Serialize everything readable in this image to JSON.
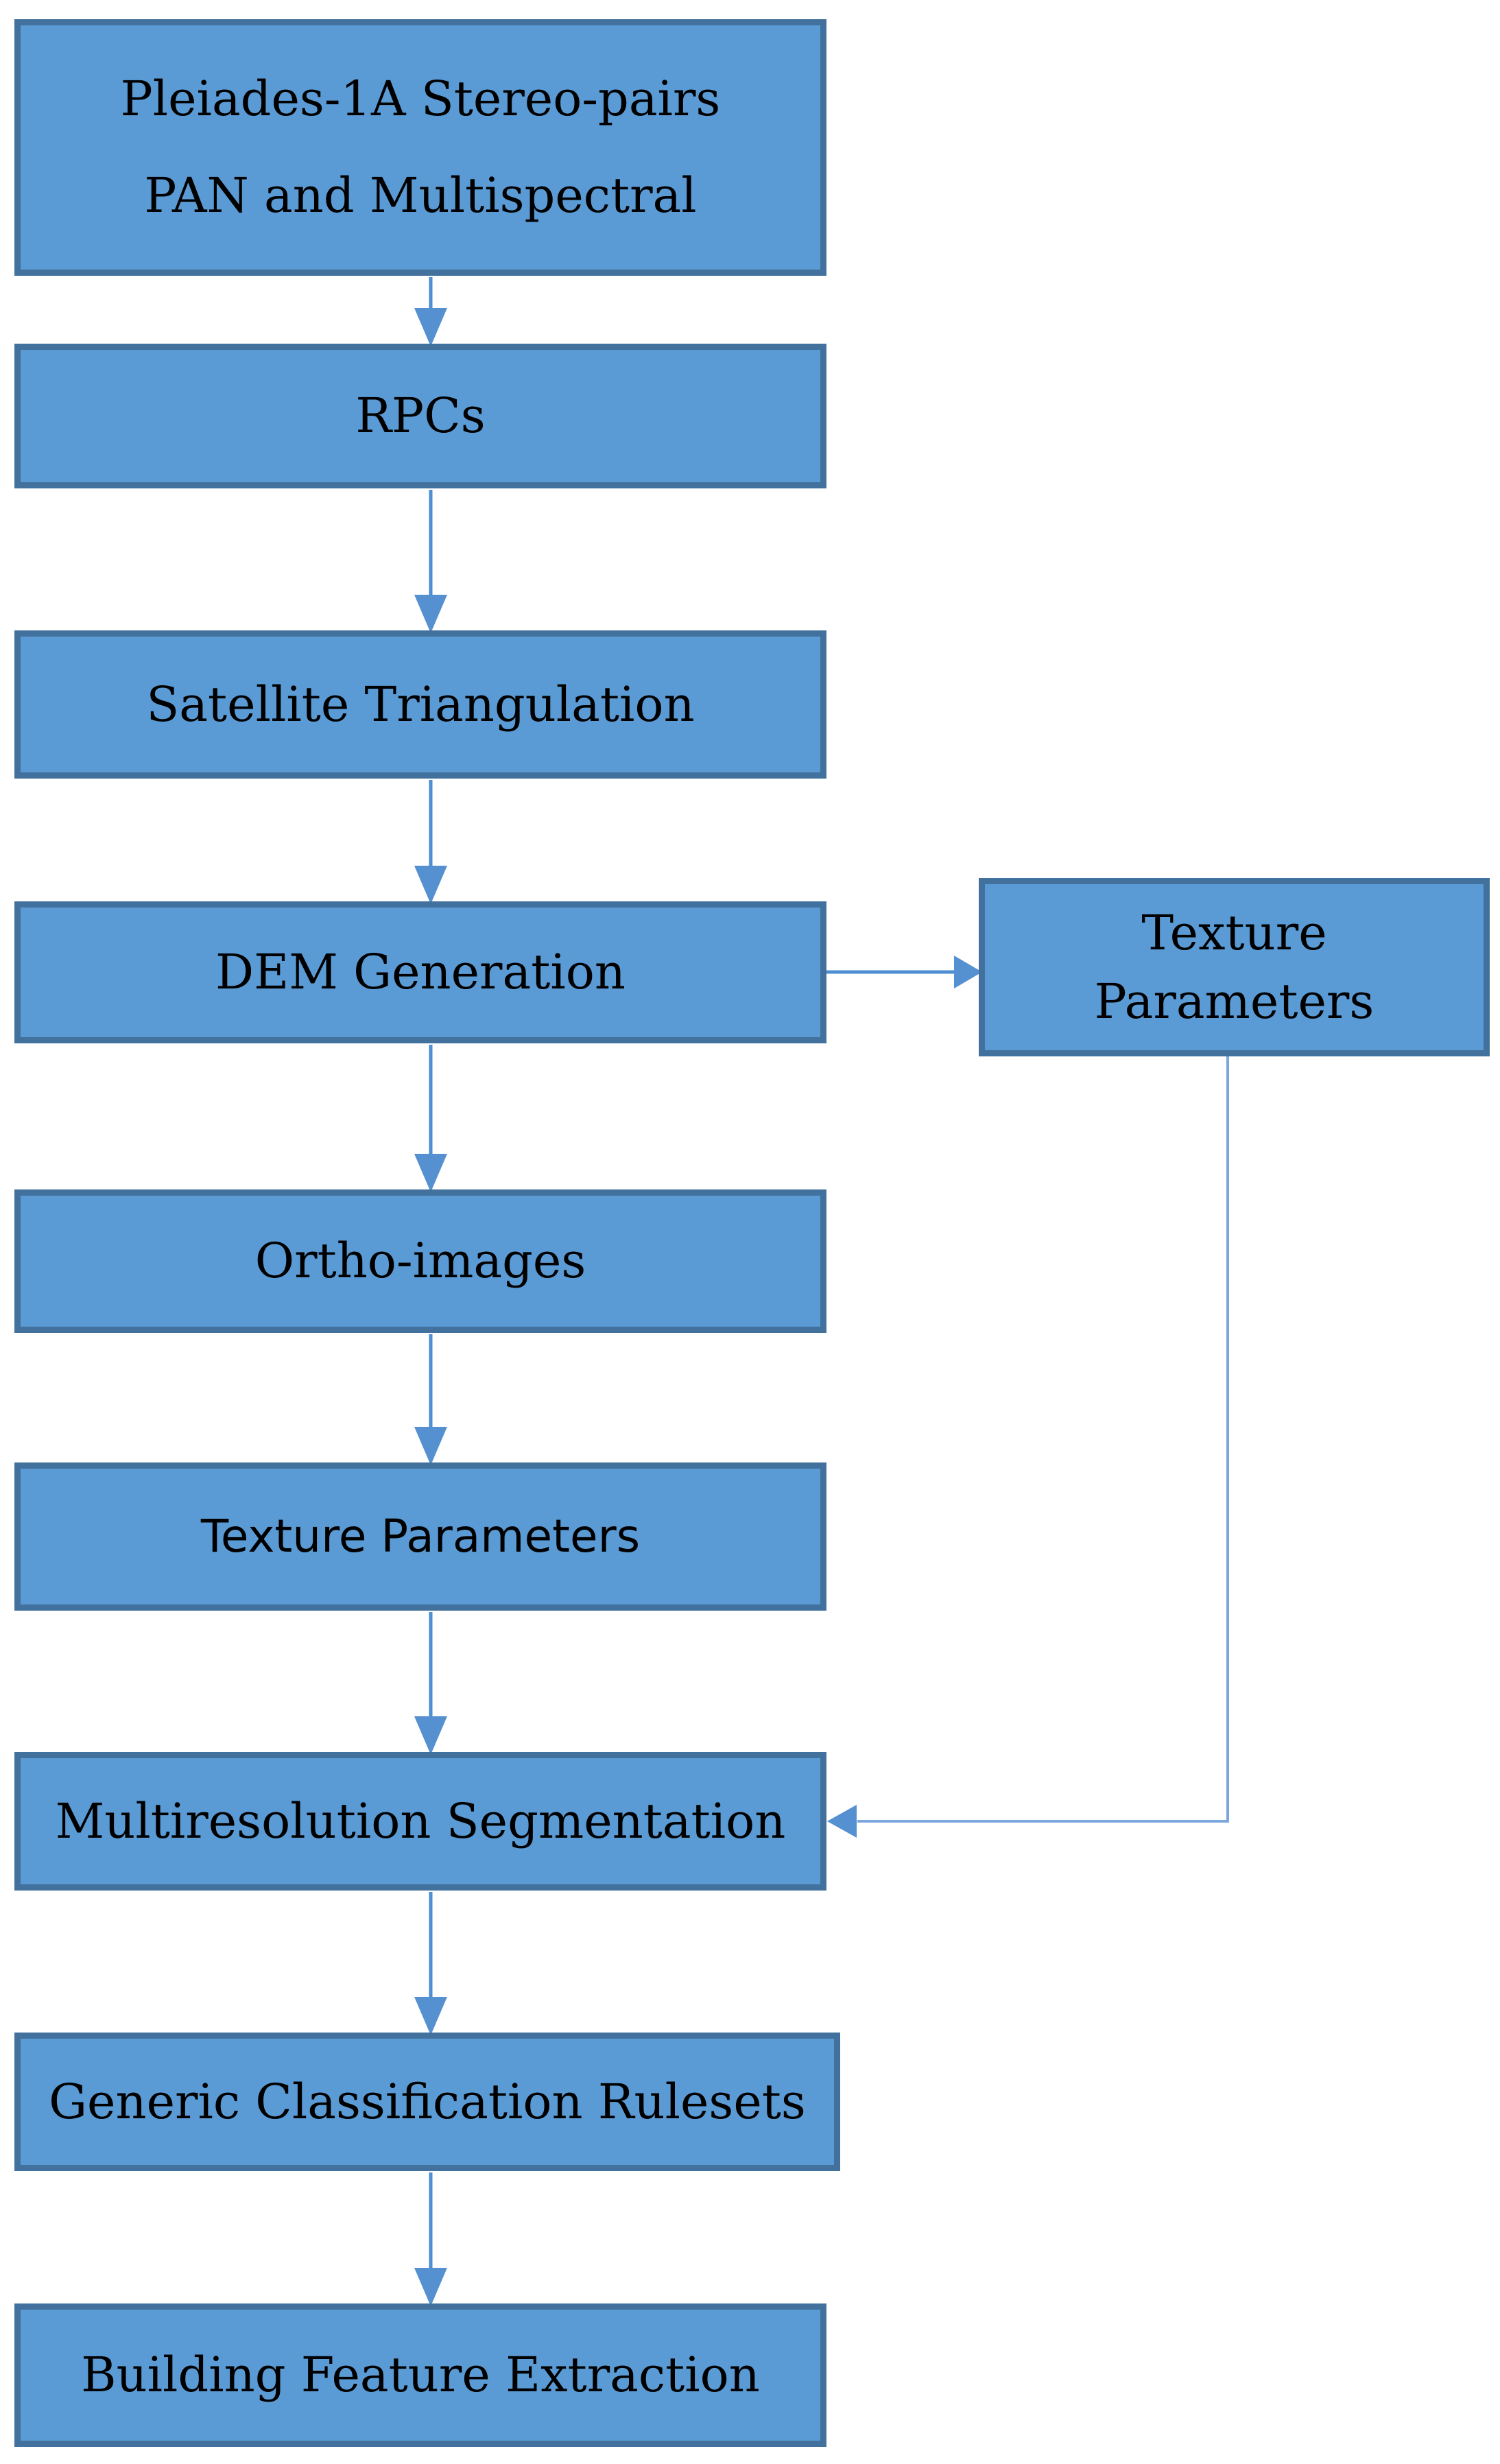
{
  "diagram": {
    "nodes": [
      {
        "id": "pleiades-stereo-pairs",
        "lines": [
          "Pleiades-1A Stereo-pairs",
          "PAN and Multispectral"
        ]
      },
      {
        "id": "rpcs",
        "lines": [
          "RPCs"
        ]
      },
      {
        "id": "satellite-triangulation",
        "lines": [
          "Satellite Triangulation"
        ]
      },
      {
        "id": "dem-generation",
        "lines": [
          "DEM Generation"
        ]
      },
      {
        "id": "ortho-images",
        "lines": [
          "Ortho-images"
        ]
      },
      {
        "id": "texture-parameters",
        "lines": [
          "Texture Parameters"
        ]
      },
      {
        "id": "multiresolution-segmentation",
        "lines": [
          "Multiresolution Segmentation"
        ]
      },
      {
        "id": "generic-classification-rulesets",
        "lines": [
          "Generic Classification Rulesets"
        ]
      },
      {
        "id": "building-feature-extraction",
        "lines": [
          "Building Feature Extraction"
        ]
      },
      {
        "id": "texture-parameters-side",
        "lines": [
          "Texture",
          "Parameters"
        ]
      }
    ],
    "edges": [
      {
        "from": "pleiades-stereo-pairs",
        "to": "rpcs"
      },
      {
        "from": "rpcs",
        "to": "satellite-triangulation"
      },
      {
        "from": "satellite-triangulation",
        "to": "dem-generation"
      },
      {
        "from": "dem-generation",
        "to": "ortho-images"
      },
      {
        "from": "ortho-images",
        "to": "texture-parameters"
      },
      {
        "from": "texture-parameters",
        "to": "multiresolution-segmentation"
      },
      {
        "from": "multiresolution-segmentation",
        "to": "generic-classification-rulesets"
      },
      {
        "from": "generic-classification-rulesets",
        "to": "building-feature-extraction"
      },
      {
        "from": "dem-generation",
        "to": "texture-parameters-side"
      },
      {
        "from": "texture-parameters-side",
        "to": "multiresolution-segmentation"
      }
    ],
    "colors": {
      "node_fill": "#5B9BD5",
      "node_border": "#41719C",
      "arrow_line": "#4E8ED3",
      "arrow_head": "#5590D0",
      "elbow_line": "#7CA7DC",
      "text": "#000000"
    }
  }
}
